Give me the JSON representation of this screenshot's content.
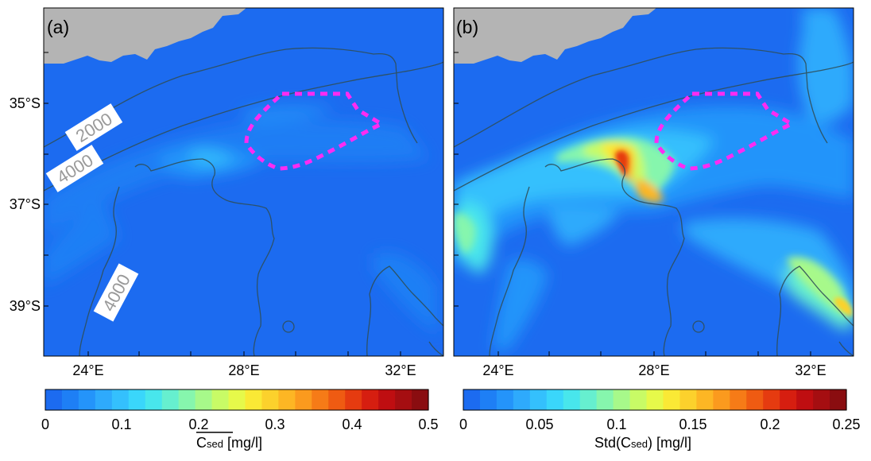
{
  "panels": [
    {
      "label": "(a)",
      "contour_labels": [
        "2000",
        "4000",
        "4000"
      ],
      "colorbar": {
        "ticks": [
          "0",
          "0.1",
          "0.2",
          "0.3",
          "0.4",
          "0.5"
        ],
        "title_main": "C",
        "title_sub": "sed",
        "title_unit": " [mg/l]",
        "overline": true
      }
    },
    {
      "label": "(b)",
      "colorbar": {
        "ticks": [
          "0",
          "0.05",
          "0.1",
          "0.15",
          "0.2",
          "0.25"
        ],
        "title_main": "Std(C",
        "title_sub": "sed",
        "title_unit": ") [mg/l]",
        "overline": false
      }
    }
  ],
  "axes": {
    "x_ticks": [
      "24°E",
      "28°E",
      "32°E"
    ],
    "y_ticks": [
      "35°S",
      "37°S",
      "39°S"
    ]
  },
  "colors": {
    "ocean_base": "#1c6bf0",
    "land": "#b4b4b4",
    "isobath": "#2f4f5a",
    "outline": "#ff2bf2",
    "colormap": [
      "#1c6bf0",
      "#1e7ff5",
      "#2494fa",
      "#2eaafc",
      "#34c0fd",
      "#3ad6fb",
      "#48e6ec",
      "#66efcf",
      "#86f6ad",
      "#a7f98a",
      "#c8fb66",
      "#e6f94a",
      "#fae935",
      "#fcd12c",
      "#fdb624",
      "#fb9a1e",
      "#f67b17",
      "#ef5b12",
      "#e53b10",
      "#d61e10",
      "#bf0e11",
      "#a50e11",
      "#8a0d10"
    ]
  }
}
